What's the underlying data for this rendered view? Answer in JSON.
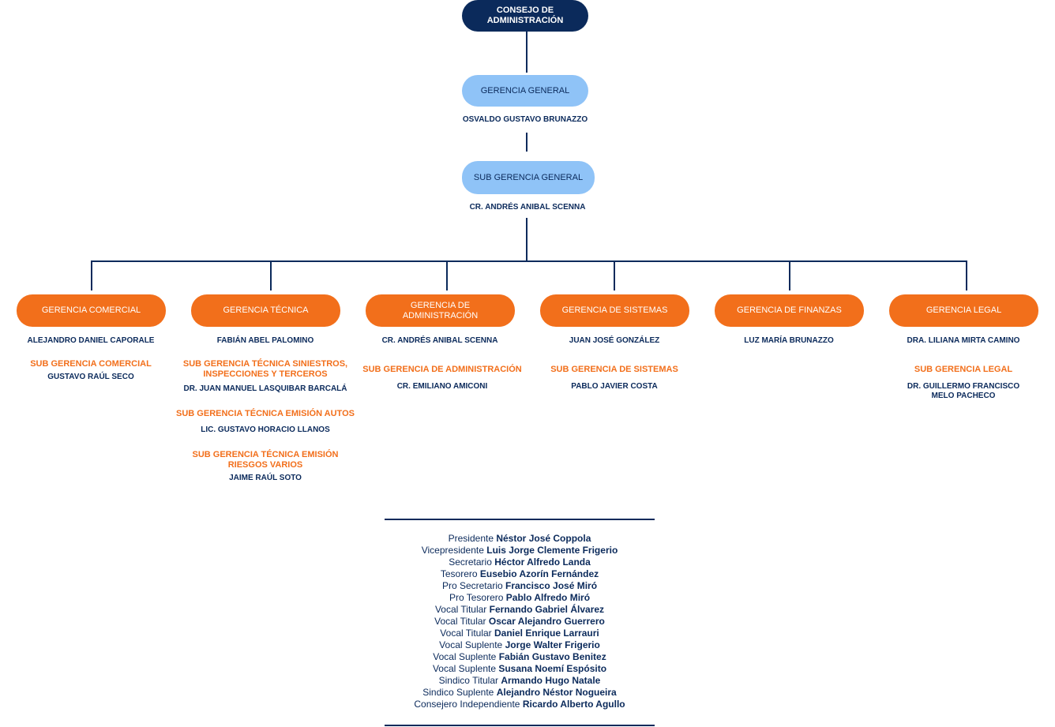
{
  "top": {
    "consejo": "CONSEJO DE ADMINISTRACIÓN",
    "gerencia_general": "GERENCIA GENERAL",
    "gerencia_general_name": "OSVALDO GUSTAVO BRUNAZZO",
    "sub_gerencia_general": "SUB GERENCIA GENERAL",
    "sub_gerencia_general_name": "CR. ANDRÉS ANIBAL SCENNA"
  },
  "departments": [
    {
      "title": "GERENCIA COMERCIAL",
      "manager": "ALEJANDRO DANIEL CAPORALE",
      "subs": [
        {
          "title": "SUB GERENCIA COMERCIAL",
          "name": "GUSTAVO RAÚL SECO"
        }
      ]
    },
    {
      "title": "GERENCIA TÉCNICA",
      "manager": "FABIÁN ABEL PALOMINO",
      "subs": [
        {
          "title": "SUB GERENCIA TÉCNICA SINIESTROS, INSPECCIONES Y TERCEROS",
          "name": "DR. JUAN MANUEL LASQUIBAR BARCALÁ"
        },
        {
          "title": "SUB GERENCIA TÉCNICA EMISIÓN AUTOS",
          "name": "LIC.  GUSTAVO HORACIO LLANOS"
        },
        {
          "title": "SUB GERENCIA TÉCNICA EMISIÓN RIESGOS VARIOS",
          "name": "JAIME RAÚL SOTO"
        }
      ]
    },
    {
      "title": "GERENCIA DE ADMINISTRACIÓN",
      "manager": "CR. ANDRÉS ANIBAL SCENNA",
      "subs": [
        {
          "title": "SUB GERENCIA DE ADMINISTRACIÓN",
          "name": "CR. EMILIANO AMICONI"
        }
      ]
    },
    {
      "title": "GERENCIA DE SISTEMAS",
      "manager": "JUAN JOSÉ GONZÁLEZ",
      "subs": [
        {
          "title": "SUB GERENCIA DE SISTEMAS",
          "name": "PABLO JAVIER COSTA"
        }
      ]
    },
    {
      "title": "GERENCIA DE FINANZAS",
      "manager": "LUZ MARÍA BRUNAZZO",
      "subs": []
    },
    {
      "title": "GERENCIA LEGAL",
      "manager": "DRA. LILIANA MIRTA CAMINO",
      "subs": [
        {
          "title": "SUB GERENCIA LEGAL",
          "name": "DR. GUILLERMO FRANCISCO MELO PACHECO"
        }
      ]
    }
  ],
  "board": [
    {
      "role": "Presidente",
      "name": "Néstor José Coppola"
    },
    {
      "role": "Vicepresidente",
      "name": "Luis Jorge Clemente Frigerio"
    },
    {
      "role": "Secretario",
      "name": "Héctor Alfredo Landa"
    },
    {
      "role": "Tesorero",
      "name": "Eusebio Azorín Fernández"
    },
    {
      "role": "Pro Secretario",
      "name": "Francisco José Miró"
    },
    {
      "role": "Pro Tesorero",
      "name": "Pablo Alfredo Miró"
    },
    {
      "role": "Vocal Titular",
      "name": "Fernando Gabriel Álvarez"
    },
    {
      "role": "Vocal Titular",
      "name": "Oscar Alejandro Guerrero"
    },
    {
      "role": "Vocal Titular ",
      "name": "Daniel Enrique Larrauri"
    },
    {
      "role": "Vocal Suplente",
      "name": "Jorge Walter Frigerio"
    },
    {
      "role": "Vocal Suplente",
      "name": "Fabián Gustavo Benitez"
    },
    {
      "role": "Vocal Suplente",
      "name": "Susana Noemí Espósito"
    },
    {
      "role": "Sindico Titular",
      "name": "Armando Hugo Natale"
    },
    {
      "role": "Sindico Suplente",
      "name": "Alejandro Néstor Nogueira"
    },
    {
      "role": "Consejero Independiente",
      "name": "Ricardo Alberto Agullo"
    }
  ],
  "colors": {
    "navy": "#0b2a5b",
    "light_blue": "#8fc3f7",
    "orange": "#f26f1b"
  }
}
